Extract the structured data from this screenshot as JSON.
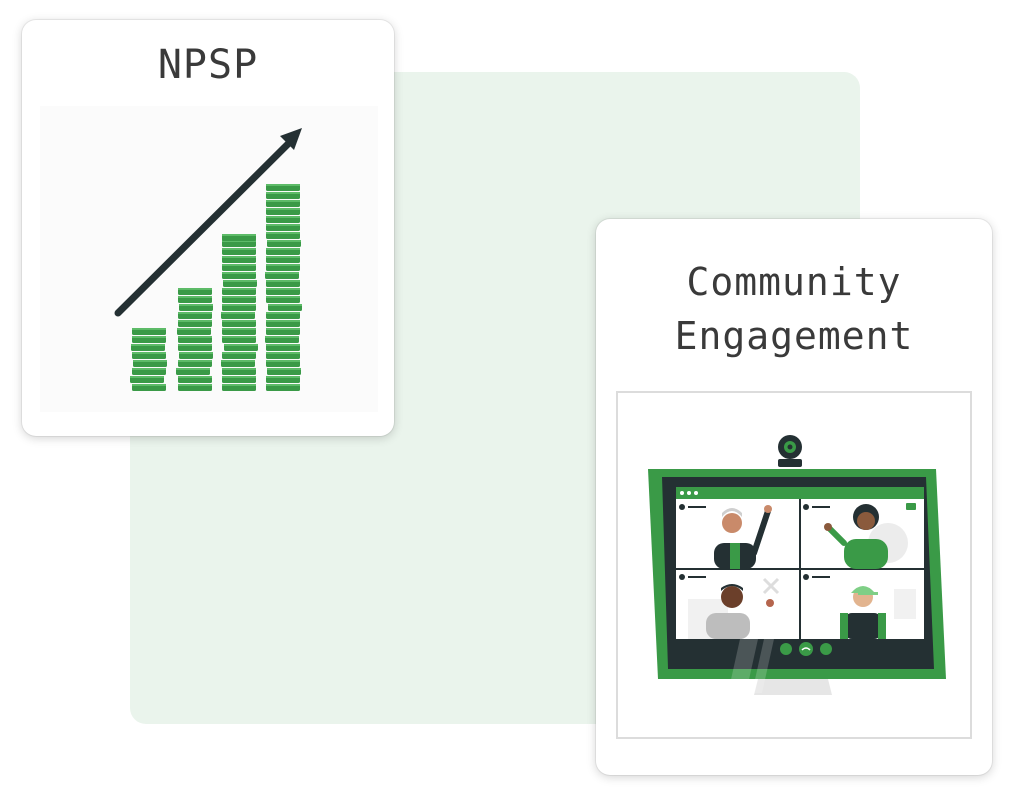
{
  "cards": {
    "npsp": {
      "title": "NPSP",
      "illustration": "growth-chart-coin-stacks"
    },
    "community": {
      "title_line1": "Community",
      "title_line2": "Engagement",
      "illustration": "video-conference-tablet"
    }
  },
  "colors": {
    "background_panel": "#eaf4ec",
    "accent_green": "#3a9a47",
    "dark": "#243033",
    "title_text": "#3a3a3a"
  }
}
